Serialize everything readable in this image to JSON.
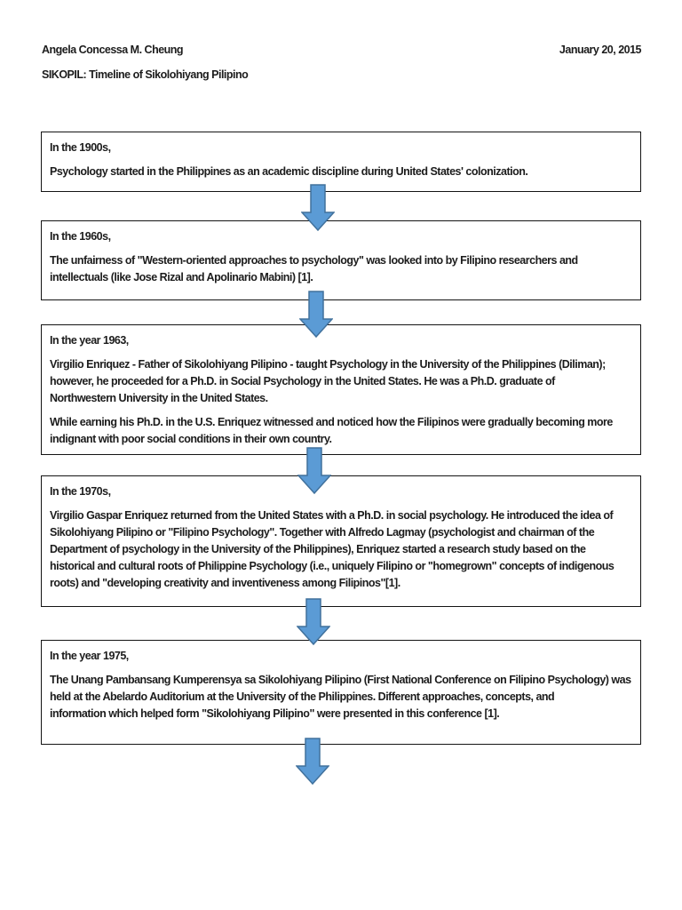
{
  "page": {
    "author": "Angela Concessa M. Cheung",
    "date": "January 20, 2015",
    "title": "SIKOPIL: Timeline of Sikolohiyang Pilipino"
  },
  "timeline": {
    "boxes": [
      {
        "heading": "In the 1900s,",
        "paragraphs": [
          [
            "Psychology started in the Philippines as an academic discipline during United States' colonization."
          ]
        ]
      },
      {
        "heading": "In the 1960s,",
        "paragraphs": [
          [
            "The unfairness of \"Western-oriented approaches to psychology\" was looked into by Filipino researchers and",
            "intellectuals (like Jose Rizal and Apolinario Mabini) [1]."
          ]
        ]
      },
      {
        "heading": "In the year 1963,",
        "paragraphs": [
          [
            "Virgilio Enriquez - Father of Sikolohiyang Pilipino - taught Psychology in the University of the Philippines (Diliman);",
            "however, he proceeded for a Ph.D. in Social Psychology in the United States. He was a Ph.D. graduate of",
            "Northwestern University in the United States."
          ],
          [
            "While earning his Ph.D. in the U.S. Enriquez witnessed and noticed how the Filipinos were gradually becoming more",
            "indignant with poor social conditions in their own country."
          ]
        ]
      },
      {
        "heading": "In the 1970s,",
        "paragraphs": [
          [
            "Virgilio Gaspar Enriquez returned from the United States with a Ph.D. in social psychology. He introduced the idea of",
            "Sikolohiyang Pilipino or \"Filipino Psychology\". Together with Alfredo Lagmay (psychologist and chairman of the",
            "Department of psychology in the University of the Philippines), Enriquez started a research study based on the",
            "historical and cultural roots of Philippine Psychology (i.e., uniquely Filipino or \"homegrown\" concepts of indigenous",
            "roots) and \"developing creativity and inventiveness among Filipinos\"[1]."
          ]
        ]
      },
      {
        "heading": "In the year 1975,",
        "paragraphs": [
          [
            "The Unang Pambansang Kumperensya sa Sikolohiyang Pilipino (First National Conference on Filipino Psychology) was",
            "held at the Abelardo Auditorium at the University of the Philippines. Different approaches, concepts, and",
            "information which helped form \"Sikolohiyang Pilipino\" were presented in this conference [1]."
          ]
        ]
      }
    ],
    "arrow_icon": {
      "name": "down-arrow",
      "fill": "#5b9bd5",
      "stroke": "#41719c"
    }
  }
}
